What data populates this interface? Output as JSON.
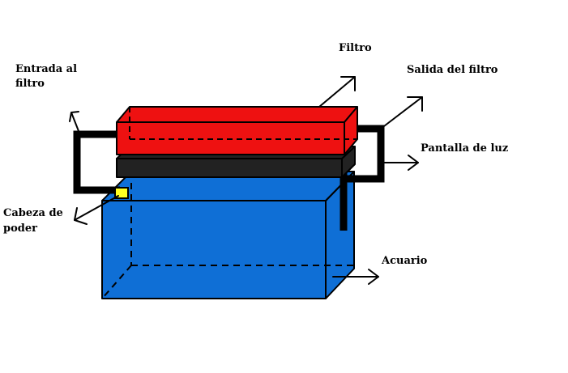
{
  "labels": {
    "filtro": "Filtro",
    "entrada_line1": "Entrada al",
    "entrada_line2": "filtro",
    "salida": "Salida del filtro",
    "pantalla": "Pantalla de luz",
    "cabeza_line1": "Cabeza de",
    "cabeza_line2": "poder",
    "acuario": "Acuario"
  },
  "colors": {
    "aquarium": "#0f6fd6",
    "filter": "#ee1111",
    "light_panel": "#222222",
    "power_head": "#ffff22",
    "outline": "#000000"
  }
}
